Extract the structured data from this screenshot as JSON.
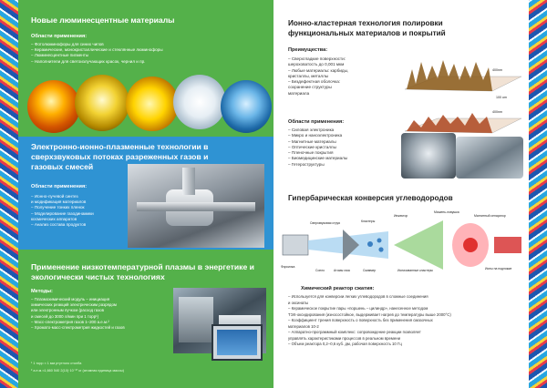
{
  "left": {
    "s1": {
      "title": "Новые люминесцентные материалы",
      "subtitle": "Области применения:",
      "items": [
        "– Фотолюминофоры для синих чипов",
        "– Керамические, монокристаллические и стеклянные люминофоры",
        "– Люминесцентные пигменты",
        "– Наполнители для светоизлучающих красок, чернил и пр."
      ]
    },
    "s2": {
      "title": "Электронно-ионно-плазменные технологии в сверхзвуковых потоках разреженных газов и газовых смесей",
      "subtitle": "Области применения:",
      "items": [
        "– Ионно-лучевой синтез",
        "  и модификация материалов",
        "– Получение тонких пленок",
        "– Моделирование газодинамики",
        "  космических аппаратов",
        "– Анализ состава продуктов"
      ]
    },
    "s3": {
      "title": "Применение низкотемпературной плазмы в энергетике и экологически чистых технологиях",
      "subtitle": "Методы:",
      "items": [
        "– Плазмохимический модуль – инициация",
        "  химических реакций электрическим разрядом",
        "  или электронным пучком (расход газов",
        "  и смесей до 3000 л/мин при 1 торр¹)",
        "– Масс-спектрометрия газов 1–200 а.е.м.²",
        "– Хромато-масс-спектрометрия жидкостей и газов"
      ],
      "notes": [
        "¹ 1 торр ≈ 1 мм ртутного столба",
        "² а.е.м.≈1,660 540 2(10)·10⁻²⁷ кг (атомная единица массы)"
      ]
    }
  },
  "right": {
    "s1": {
      "title": "Ионно-кластерная технология полировки функциональных материалов и покрытий",
      "adv_title": "Преимущества:",
      "adv": [
        "– Сверхгладкие поверхности:",
        "  шероховатость до 0,001 мкм",
        "– Любые материалы: карбиды,",
        "  кристаллы, металлы",
        "– Бездефектная оболочка:",
        "  сохранение структуры",
        "  материала"
      ],
      "app_title": "Области применения:",
      "apps": [
        "– Силовая электроника",
        "– Микро и наноэлектроника",
        "– Магнитные материалы",
        "– Оптические кристаллы",
        "– Пленочные покрытия",
        "– Биомедицинские материалы",
        "– Гетероструктуры"
      ],
      "plot_labels": [
        "400nm",
        "100 um",
        "400nm",
        "100 um"
      ]
    },
    "s2": {
      "title": "Гипербарическая конверсия углеводородов",
      "diagram_labels": {
        "sverh": "Сверхзвуковая струя",
        "klastery": "Кластеры",
        "inzhektor": "Инжектор",
        "mishen": "Мишень-ловушка",
        "separator": "Магнитный сепаратор",
        "vorsilka": "Форсилка",
        "soplo": "Сопло",
        "atomy": "Атомы газа",
        "skimmer": "Скиммер",
        "ionizirovannye": "Ионизованные кластеры",
        "ioniy": "Ионы на подложке"
      },
      "reactor_title": "Химический реактор сжатия:",
      "items": [
        "– Используется для конверсии легких углеводородов в сложные соединения",
        "  и оксинаты",
        "– Керамическое покрытие пары «поршень – цилиндр», нанесенное методом",
        "  ТЭХ-оксидирования (износостойкое, выдерживает нагрев до температуры выше 2000°С)",
        "– Коэффициент трения поверхность о поверхность без применения смазочных",
        "  материалов 10-2",
        "– Аппаратно-программный комплекс: сопровождение реакции позволяет",
        "  управлять характеристиками процессов в реальном времени",
        "– Объем реактора 0,2–0,6 куб. дм, рабочая поверхность 10 Гц"
      ]
    }
  },
  "colors": {
    "green": "#54b14a",
    "blue": "#2f93d3",
    "border": "#1d57b0"
  }
}
